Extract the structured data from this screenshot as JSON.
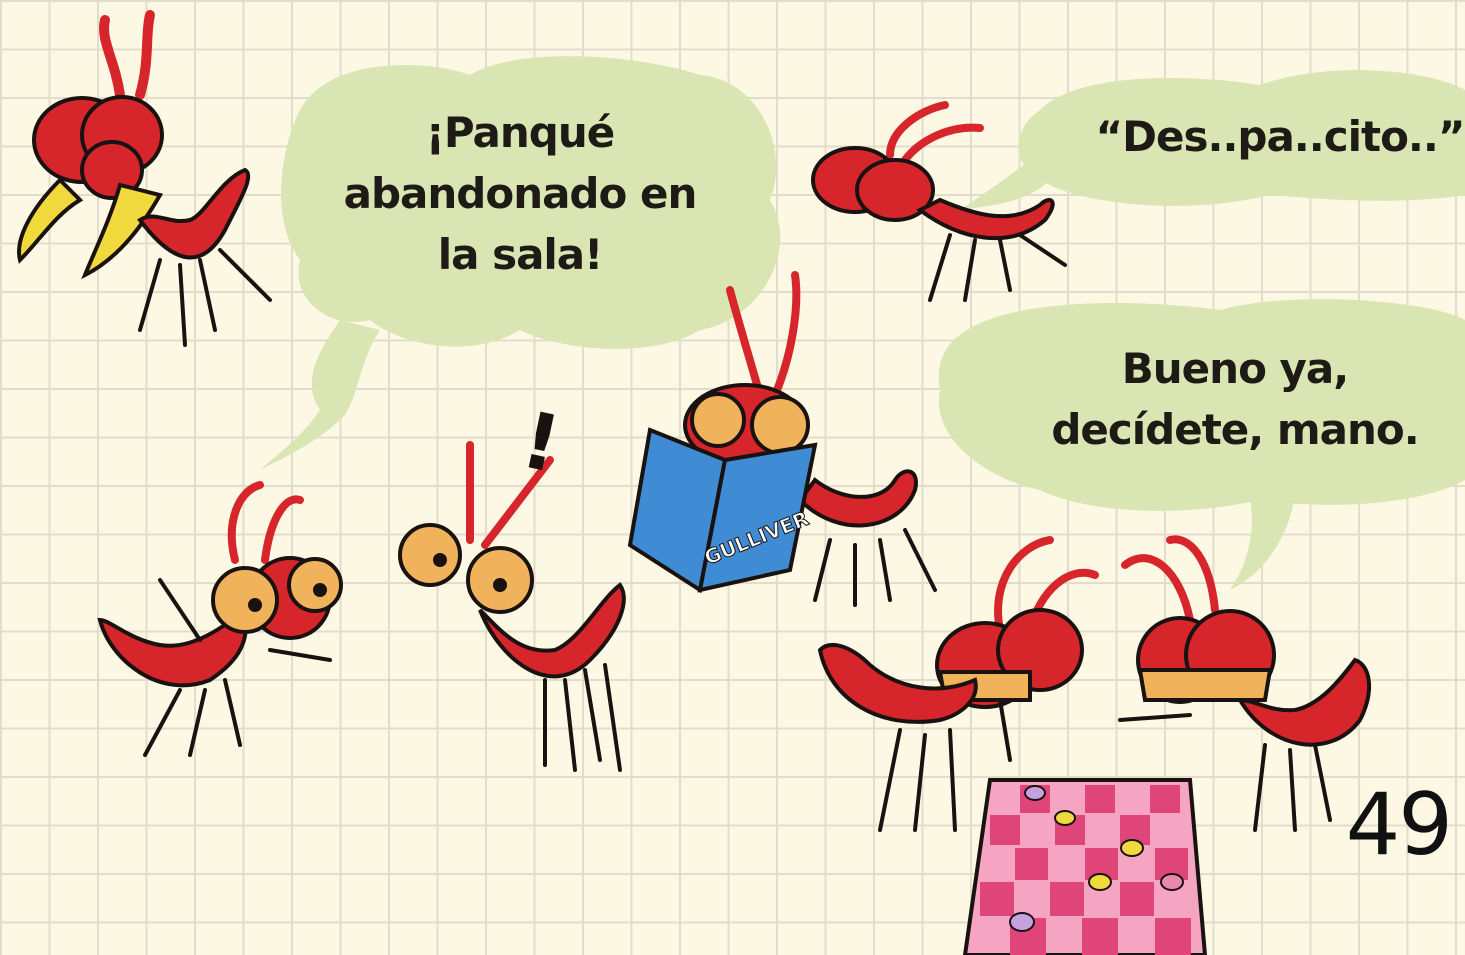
{
  "bubbles": {
    "left": [
      "¡Panqué",
      "abandonado en",
      "la sala!"
    ],
    "top_right": "“Des..pa..cito..”",
    "bottom_right": [
      "Bueno ya,",
      "decídete, mano."
    ]
  },
  "exclamation": "!",
  "book_title": "GULLIVER",
  "page_number": "49",
  "colors": {
    "background": "#fdf8e4",
    "grid": "#e2dccb",
    "ant_red": "#d7262b",
    "ant_eye": "#f0b35c",
    "bubble": "#d9e6b4",
    "book": "#3f8bd4",
    "scarf": "#f0d93c",
    "board_pink": "#e0457a",
    "board_light": "#f5a5c1"
  },
  "icons": [
    "ant-with-scarf",
    "ant-sneaking",
    "ant-surprised",
    "ant-alert",
    "ant-reading",
    "ant-player-left",
    "ant-player-right",
    "checkers-board"
  ]
}
